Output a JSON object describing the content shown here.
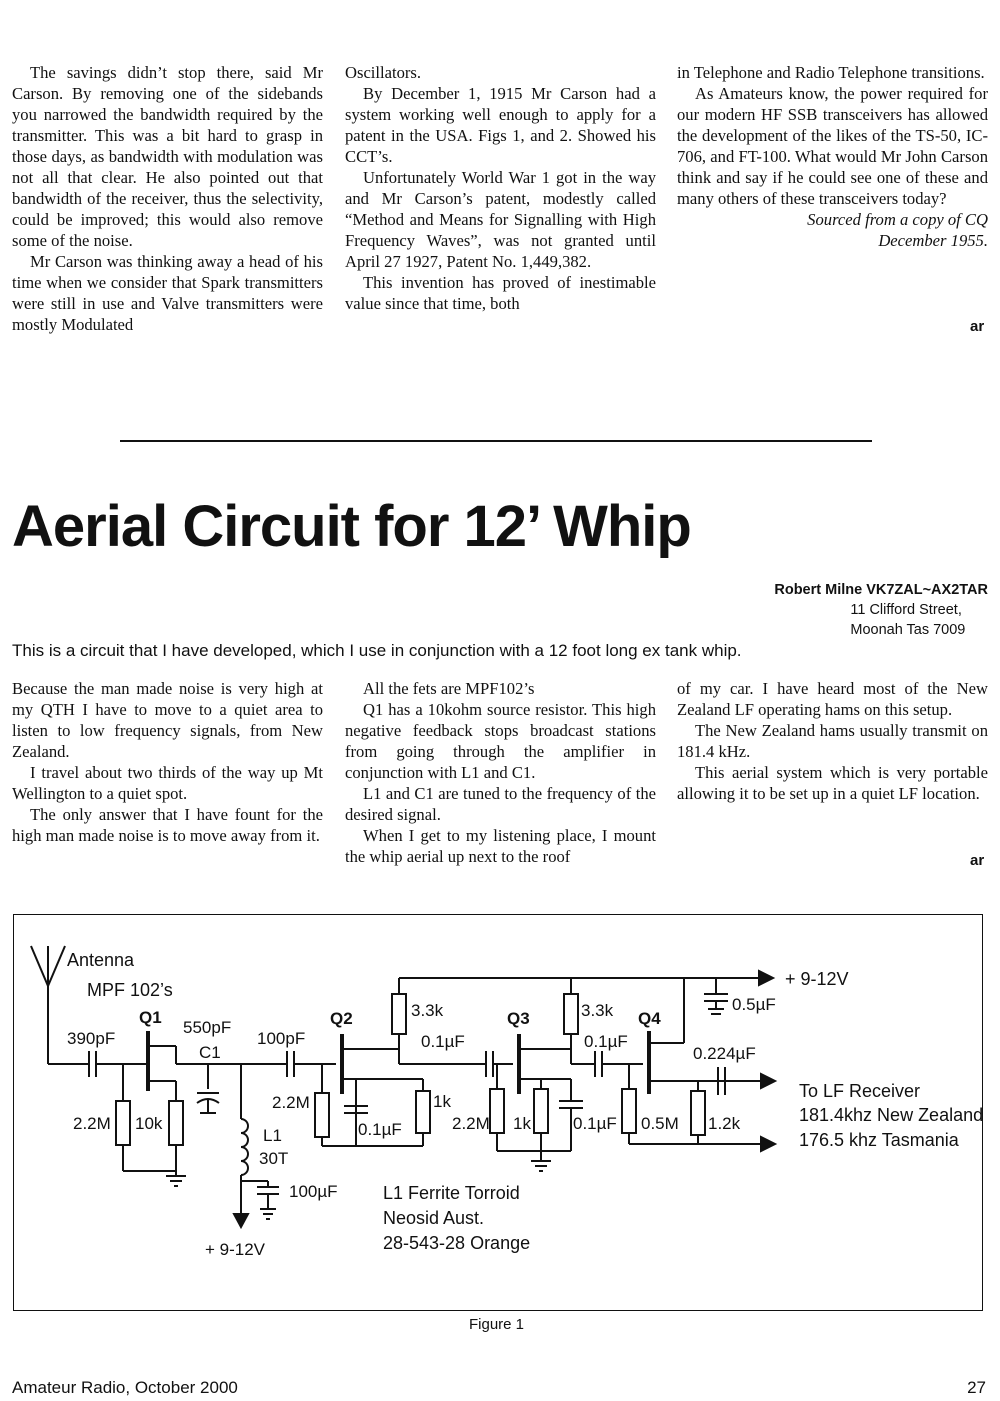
{
  "prev_article": {
    "col1": [
      "The savings didn’t stop there, said Mr Carson. By removing one of the sidebands you narrowed the bandwidth required by the transmitter. This was a bit hard to grasp in those days, as bandwidth with modulation was not all that clear. He also pointed out that bandwidth of the receiver, thus the selectivity, could be improved; this would also remove some of the noise.",
      "Mr Carson was thinking away a head of his time when we consider that Spark transmitters were still in use and Valve transmitters were mostly Modulated"
    ],
    "col2": [
      "Oscillators.",
      "By December 1, 1915 Mr Carson had a system working well enough to apply for a patent in the USA. Figs 1, and 2. Showed his CCT’s.",
      "Unfortunately World War 1 got in the way and Mr Carson’s patent, modestly called “Method and Means for Signalling with High Frequency Waves”, was not granted until April 27 1927, Patent No. 1,449,382.",
      "This invention has proved of inestimable value since that time, both"
    ],
    "col3": [
      "in Telephone and Radio Telephone transitions.",
      "As Amateurs know, the power required for our modern HF SSB transceivers has allowed the development of the likes of the TS-50, IC-706, and FT-100. What would Mr John Carson think and say if he could see one of these and many others of these transceivers today?"
    ],
    "source_line1": "Sourced from a copy of CQ",
    "source_line2": "December 1955.",
    "end_mark": "ar"
  },
  "article": {
    "title": "Aerial Circuit for 12’ Whip",
    "author": "Robert Milne VK7ZAL~AX2TAR",
    "address1": "11 Clifford Street,",
    "address2": "Moonah Tas 7009",
    "intro": "This is a circuit that I have developed, which I use in conjunction with a 12 foot long ex tank whip.",
    "col1": [
      "Because the man made noise is very high at my QTH I have to move to a quiet area to listen to low frequency signals, from New Zealand.",
      "I travel about two thirds of the way up Mt Wellington to a quiet spot.",
      "The only answer that I have fount for the high man made noise is to move away from it."
    ],
    "col2": [
      "All the fets are MPF102’s",
      "Q1 has a 10kohm source resistor. This high negative feedback stops broadcast stations from going through the amplifier in conjunction with L1 and C1.",
      "L1 and C1 are tuned to the frequency of the desired signal.",
      "When I get to my listening place, I mount the whip aerial up next to the roof"
    ],
    "col3": [
      "of my car. I have heard most of the New Zealand LF operating hams on this setup.",
      "The New Zealand hams usually transmit on 181.4 kHz.",
      "This aerial system which is very portable allowing it to be set up in a quiet LF location."
    ],
    "end_mark": "ar"
  },
  "figure": {
    "caption": "Figure 1",
    "labels": {
      "antenna": "Antenna",
      "fets": "MPF 102’s",
      "q1": "Q1",
      "q2": "Q2",
      "q3": "Q3",
      "q4": "Q4",
      "c_390": "390pF",
      "c_550": "550pF",
      "c1": "C1",
      "c_100p": "100pF",
      "r_2m2_a": "2.2M",
      "r_10k": "10k",
      "l1": "L1",
      "l1_turns": "30T",
      "c_100u": "100µF",
      "supply_bottom": "+ 9-12V",
      "r_2m2_b": "2.2M",
      "c_01_a": "0.1µF",
      "r_3k3_a": "3.3k",
      "c_01_b": "0.1µF",
      "r_1k_a": "1k",
      "r_2m2_c": "2.2M",
      "r_1k_b": "1k",
      "c_01_c": "0.1µF",
      "r_3k3_b": "3.3k",
      "c_01_d": "0.1µF",
      "r_05m": "0.5M",
      "r_1k2": "1.2k",
      "c_05u": "0.5µF",
      "supply_top": "+ 9-12V",
      "c_0224": "0.224µF",
      "out1": "To LF Receiver",
      "out2": "181.4khz New Zealand",
      "out3": "176.5 khz Tasmania",
      "note1": "L1 Ferrite Torroid",
      "note2": "Neosid Aust.",
      "note3": "28-543-28 Orange"
    }
  },
  "footer": {
    "left": "Amateur Radio, October 2000",
    "page": "27"
  }
}
